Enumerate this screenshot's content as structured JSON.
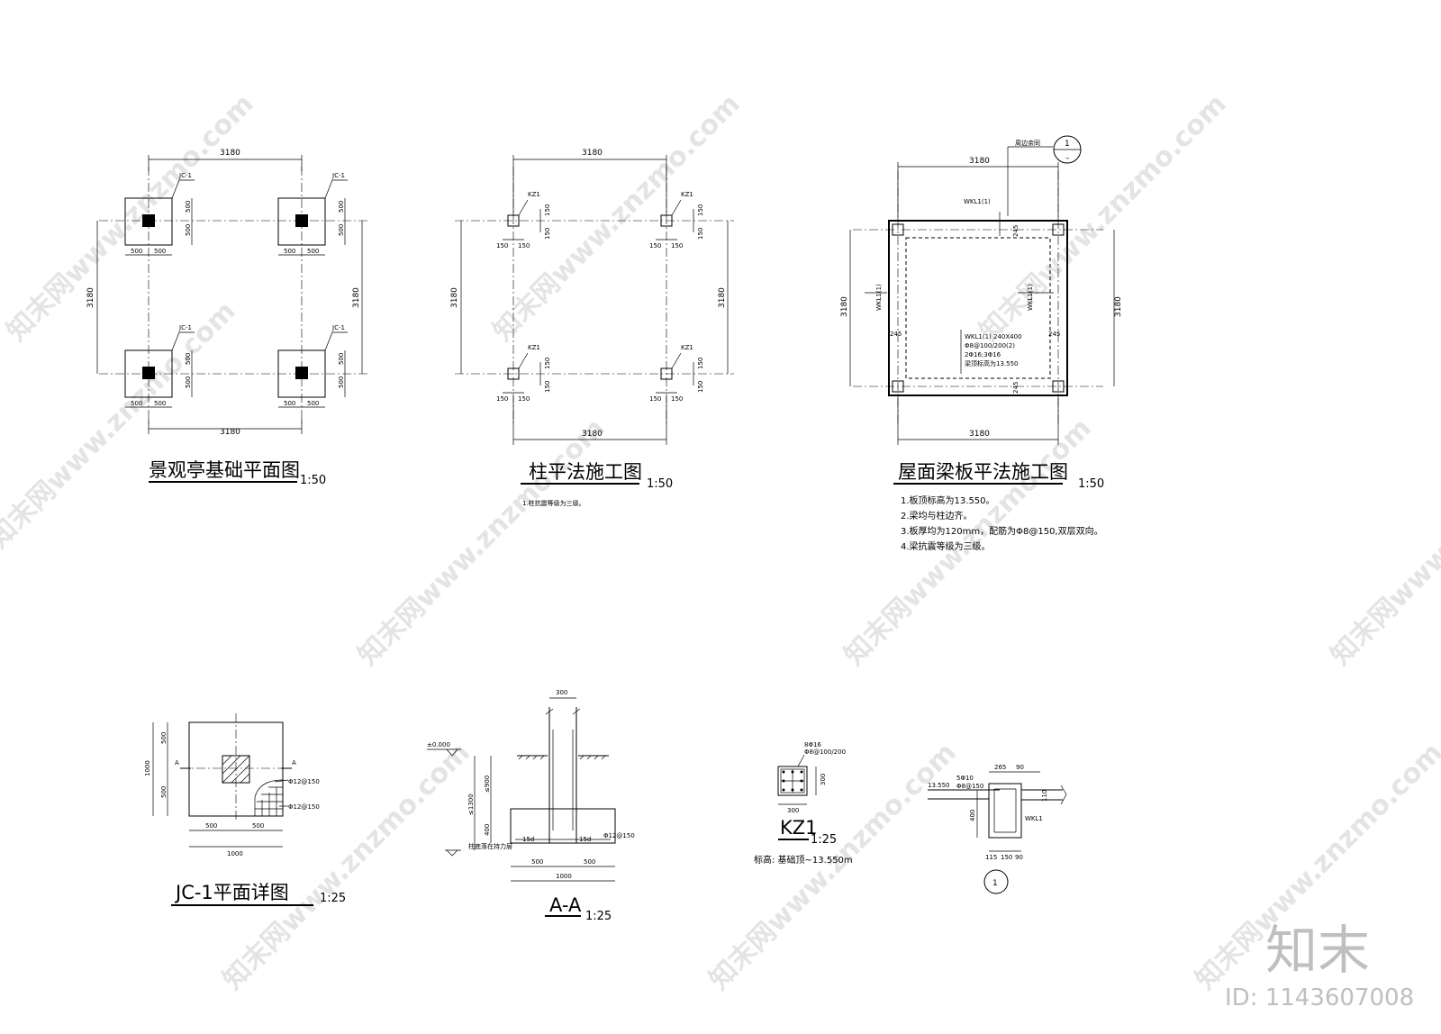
{
  "watermark": {
    "text": "知末网www.znzmo.com"
  },
  "brand": {
    "logo": "知末",
    "id": "ID: 1143607008"
  },
  "plan1": {
    "title": "景观亭基础平面图",
    "scale": "1:50",
    "span": "3180",
    "label": "JC-1",
    "half": "500"
  },
  "plan2": {
    "title": "柱平法施工图",
    "scale": "1:50",
    "span": "3180",
    "label": "KZ1",
    "off": "150",
    "note": "1.柱抗震等级为三级。"
  },
  "plan3": {
    "title": "屋面梁板平法施工图",
    "scale": "1:50",
    "span": "3180",
    "beam": "WKL1(1)",
    "edge": "245",
    "top_note": "周边余同",
    "callout": "1",
    "beam_spec": [
      "WKL1(1) 240X400",
      "Φ8@100/200(2)",
      "2Φ16;3Φ16",
      "梁顶标高为13.550"
    ],
    "notes": [
      "1.板顶标高为13.550。",
      "2.梁均与柱边齐。",
      "3.板厚均为120mm，配筋为Φ8@150,双层双向。",
      "4.梁抗震等级为三级。"
    ]
  },
  "jc1": {
    "title": "JC-1平面详图",
    "scale": "1:25",
    "total": "1000",
    "half": "500",
    "section": "A",
    "rebar": "Φ12@150"
  },
  "aa": {
    "title": "A-A",
    "scale": "1:25",
    "col": "300",
    "elev": "±0.000",
    "d1": "≤900",
    "d2": "≤1300",
    "d3": "400",
    "w": "1000",
    "half": "500",
    "anchor": "15d",
    "rebar": "Φ12@150",
    "base": "柱底落在持力层"
  },
  "kz1": {
    "title": "KZ1",
    "scale": "1:25",
    "size": "300",
    "rebar1": "8Φ16",
    "rebar2": "Φ8@100/200",
    "elev": "标高: 基础顶~13.550m"
  },
  "det1": {
    "elev": "13.550",
    "d265": "265",
    "d90": "90",
    "d110": "110",
    "r": "5Φ10",
    "s": "Φ8@150",
    "d400": "400",
    "b115": "115",
    "b150": "150",
    "b90": "90",
    "beam": "WKL1",
    "callout": "1"
  }
}
